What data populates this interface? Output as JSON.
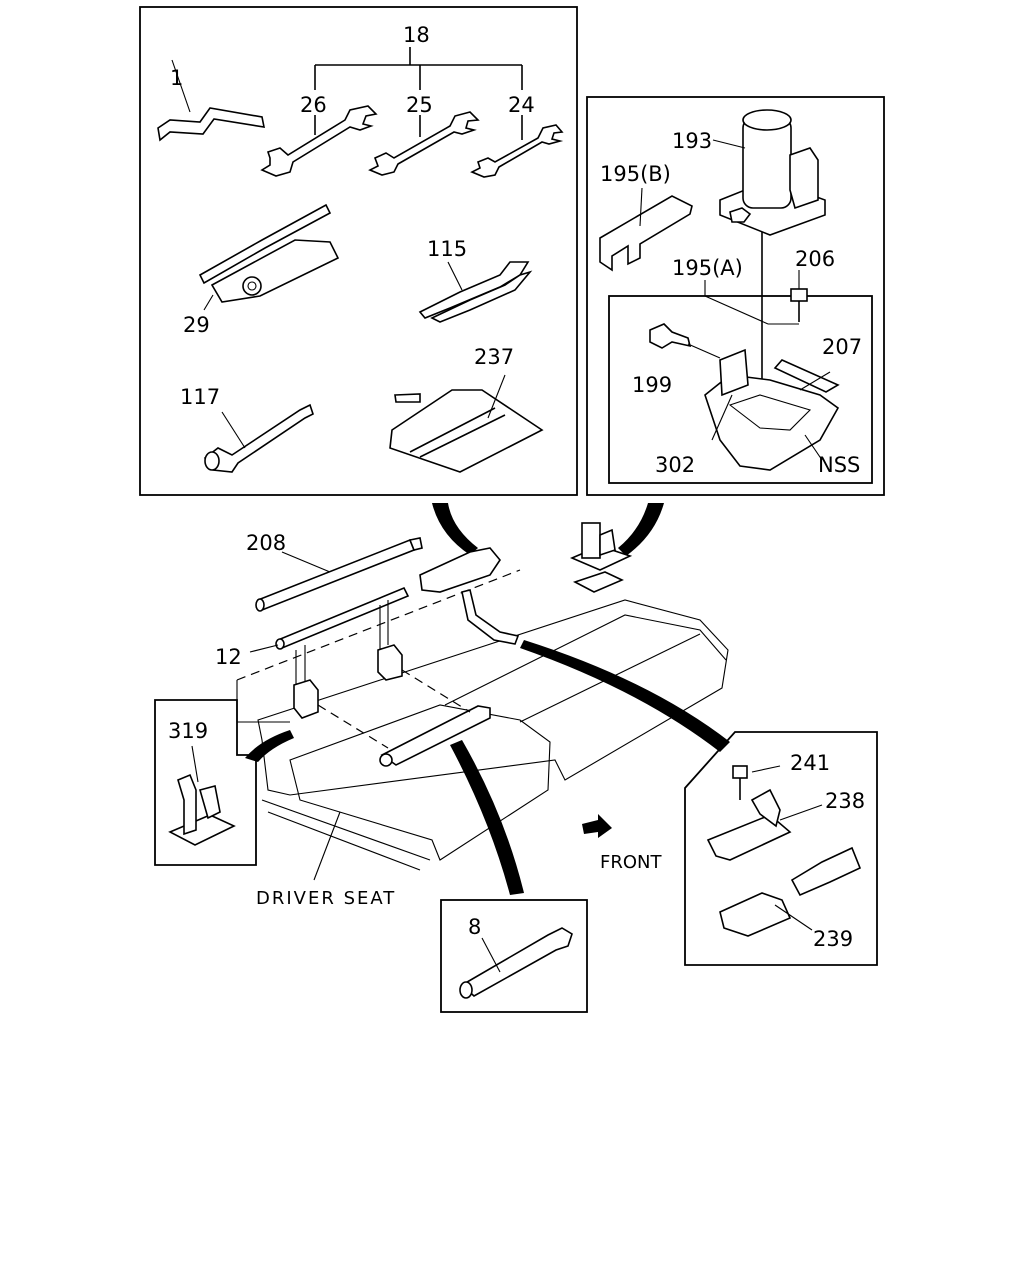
{
  "labels": {
    "l1": "1",
    "l18": "18",
    "l26": "26",
    "l25": "25",
    "l24": "24",
    "l29": "29",
    "l115": "115",
    "l117": "117",
    "l237": "237",
    "l193": "193",
    "l195b": "195(B)",
    "l195a": "195(A)",
    "l206": "206",
    "l207": "207",
    "l199": "199",
    "l302": "302",
    "nss": "NSS",
    "l208": "208",
    "l12": "12",
    "l319": "319",
    "driver_seat": "DRIVER SEAT",
    "front": "FRONT",
    "l8": "8",
    "l241": "241",
    "l238": "238",
    "l239": "239"
  }
}
